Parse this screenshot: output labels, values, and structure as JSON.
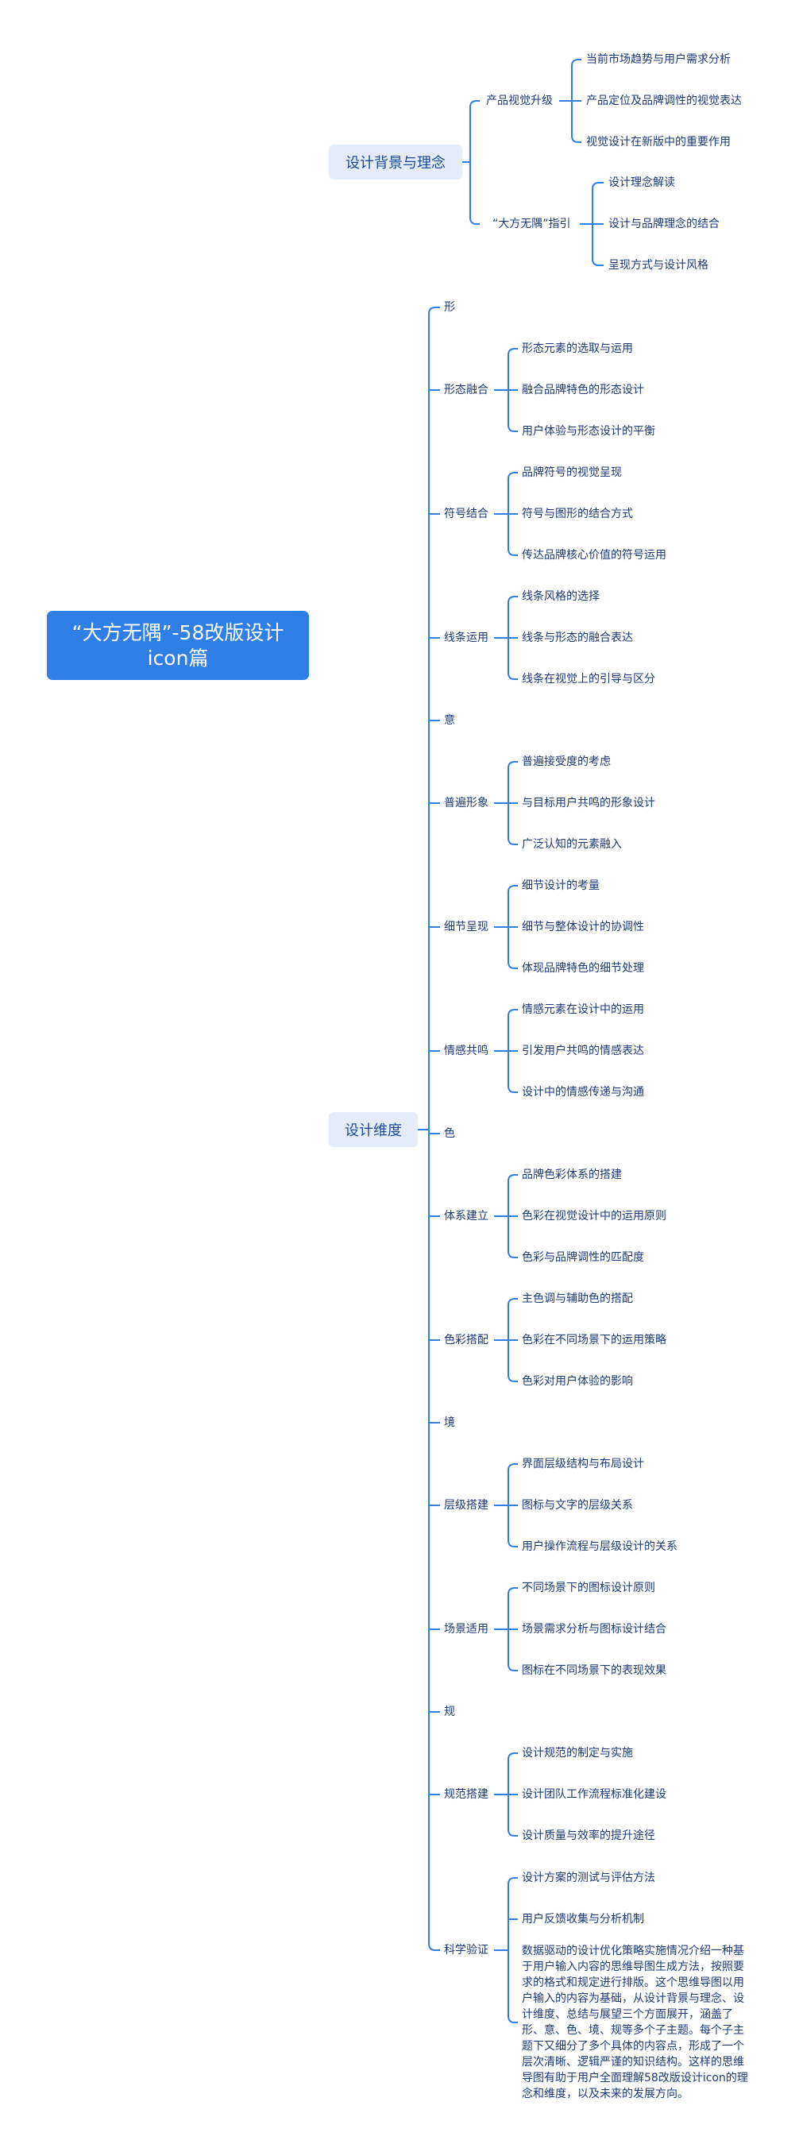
{
  "root": {
    "title": "“大方无隅”-58改版设计icon篇"
  },
  "branches": [
    {
      "label": "设计背景与理念",
      "children": [
        {
          "label": "产品视觉升级",
          "children": [
            "当前市场趋势与用户需求分析",
            "产品定位及品牌调性的视觉表达",
            "视觉设计在新版中的重要作用"
          ]
        },
        {
          "label": "“大方无隅”指引",
          "children": [
            "设计理念解读",
            "设计与品牌理念的结合",
            "呈现方式与设计风格"
          ]
        }
      ]
    },
    {
      "label": "设计维度",
      "children": [
        {
          "label": "形",
          "children": []
        },
        {
          "label": "形态融合",
          "children": [
            "形态元素的选取与运用",
            "融合品牌特色的形态设计",
            "用户体验与形态设计的平衡"
          ]
        },
        {
          "label": "符号结合",
          "children": [
            "品牌符号的视觉呈现",
            "符号与图形的结合方式",
            "传达品牌核心价值的符号运用"
          ]
        },
        {
          "label": "线条运用",
          "children": [
            "线条风格的选择",
            "线条与形态的融合表达",
            "线条在视觉上的引导与区分"
          ]
        },
        {
          "label": "意",
          "children": []
        },
        {
          "label": "普遍形象",
          "children": [
            "普遍接受度的考虑",
            "与目标用户共鸣的形象设计",
            "广泛认知的元素融入"
          ]
        },
        {
          "label": "细节呈现",
          "children": [
            "细节设计的考量",
            "细节与整体设计的协调性",
            "体现品牌特色的细节处理"
          ]
        },
        {
          "label": "情感共鸣",
          "children": [
            "情感元素在设计中的运用",
            "引发用户共鸣的情感表达",
            "设计中的情感传递与沟通"
          ]
        },
        {
          "label": "色",
          "children": []
        },
        {
          "label": "体系建立",
          "children": [
            "品牌色彩体系的搭建",
            "色彩在视觉设计中的运用原则",
            "色彩与品牌调性的匹配度"
          ]
        },
        {
          "label": "色彩搭配",
          "children": [
            "主色调与辅助色的搭配",
            "色彩在不同场景下的运用策略",
            "色彩对用户体验的影响"
          ]
        },
        {
          "label": "境",
          "children": []
        },
        {
          "label": "层级搭建",
          "children": [
            "界面层级结构与布局设计",
            "图标与文字的层级关系",
            "用户操作流程与层级设计的关系"
          ]
        },
        {
          "label": "场景适用",
          "children": [
            "不同场景下的图标设计原则",
            "场景需求分析与图标设计结合",
            "图标在不同场景下的表现效果"
          ]
        },
        {
          "label": "规",
          "children": []
        },
        {
          "label": "规范搭建",
          "children": [
            "设计规范的制定与实施",
            "设计团队工作流程标准化建设",
            "设计质量与效率的提升途径"
          ]
        },
        {
          "label": "科学验证",
          "children": [
            "设计方案的测试与评估方法",
            "用户反馈收集与分析机制",
            "数据驱动的设计优化策略实施情况介绍一种基于用户输入内容的思维导图生成方法，按照要求的格式和规定进行排版。这个思维导图以用户输入的内容为基础，从设计背景与理念、设计维度、总结与展望三个方面展开，涵盖了形、意、色、境、规等多个子主题。每个子主题下又细分了多个具体的内容点，形成了一个层次清晰、逻辑严谨的知识结构。这样的思维导图有助于用户全面理解58改版设计icon的理念和维度，以及未来的发展方向。"
          ]
        }
      ]
    }
  ],
  "colors": {
    "root_bg": "#2f7fe6",
    "branch_bg": "#e4ecf9",
    "line": "#2f7fe6",
    "text": "#1b3a78"
  }
}
